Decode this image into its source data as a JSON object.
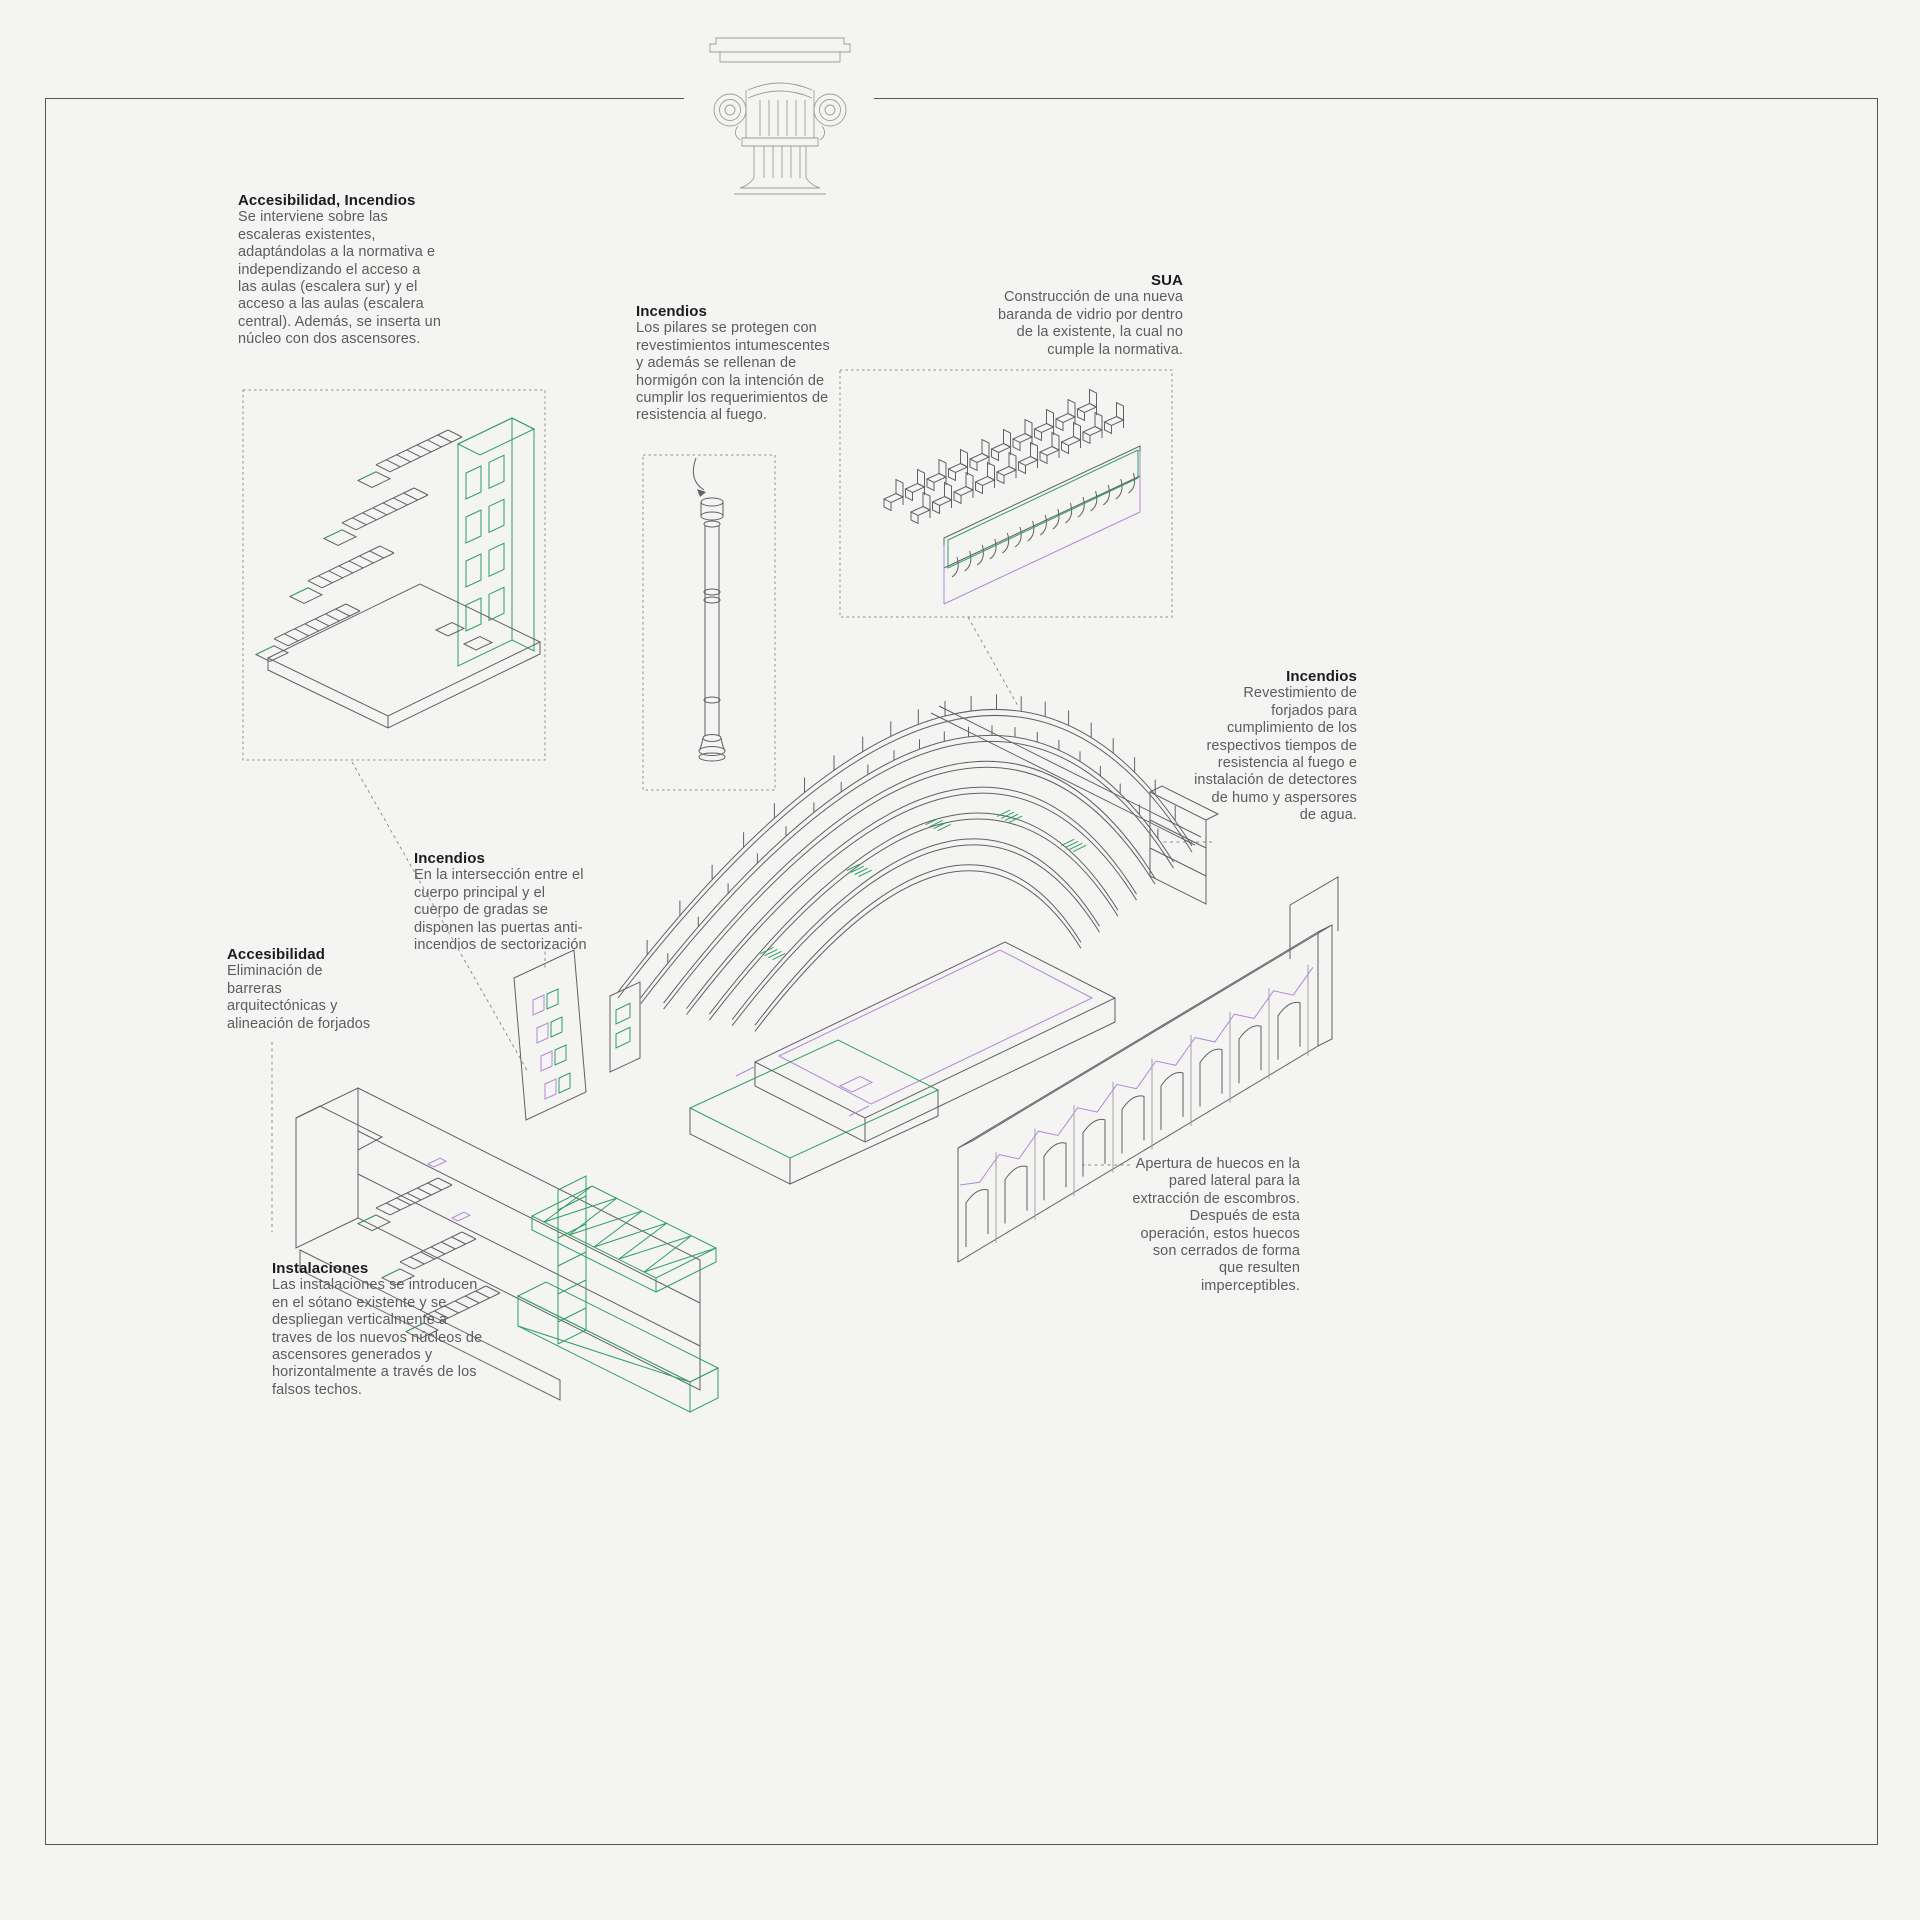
{
  "page": {
    "bg": "#f4f4f2",
    "frame_color": "#56575a"
  },
  "palette": {
    "line": "#606164",
    "light_line": "#9c9c9c",
    "green": "#2f9e63",
    "purple": "#b28ad4",
    "body_text": "#5b5c5e",
    "title_text": "#1c1c1e"
  },
  "figures": [
    "column-capital",
    "staircase-core-axonometric",
    "protected-column-detail",
    "grandstand-seating-detail",
    "amphitheatre-axonometric",
    "fire-doors-panel",
    "services-section-axonometric",
    "lateral-wall-axonometric"
  ],
  "notes": {
    "stairs": {
      "title": "Accesibilidad, Incendios",
      "body": "Se interviene sobre las escaleras existentes, adaptándolas a la normativa e independizando el acceso a las aulas (escalera sur) y el acceso a las aulas (escalera central). Además, se inserta un núcleo con dos ascensores."
    },
    "pillars": {
      "title": "Incendios",
      "body": "Los pilares se protegen con revestimientos intumescentes y además se rellenan de hormigón con la intención de cumplir los requerimientos de resistencia al fuego."
    },
    "sua": {
      "title": "SUA",
      "body": "Construcción de una nueva baranda de vidrio por dentro de la existente, la cual no cumple la normativa."
    },
    "slabs": {
      "title": "Incendios",
      "body": "Revestimiento de forjados para cumplimiento de los respectivos tiempos de resistencia al fuego e instalación de detectores de humo y aspersores de agua."
    },
    "doors": {
      "title": "Incendios",
      "body": "En la intersección entre el cuerpo principal y el cuerpo de gradas se disponen las puertas anti-incendios de sectorización"
    },
    "barriers": {
      "title": "Accesibilidad",
      "body": "Eliminación de barreras arquitectónicas  y alineación de forjados"
    },
    "installations": {
      "title": "Instalaciones",
      "body": "Las instalaciones se introducen en el sótano existente y se despliegan verticalmente a traves de los nuevos núcleos de ascensores generados y horizontalmente a través de los falsos techos."
    },
    "openings": {
      "title": "",
      "body": "Apertura de huecos en la pared lateral para la extracción de escombros. Después de esta operación, estos huecos son cerrados de forma que resulten imperceptibles."
    }
  }
}
